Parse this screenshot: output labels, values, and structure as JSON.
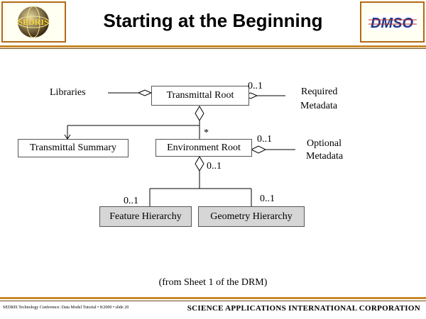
{
  "header": {
    "title": "Starting at the Beginning",
    "left_logo_text": "SEDRIS",
    "right_logo_text": "DMSO"
  },
  "diagram": {
    "boxes": {
      "transmittal_root": "Transmittal Root",
      "transmittal_summary": "Transmittal Summary",
      "environment_root": "Environment Root",
      "feature_hierarchy": "Feature Hierarchy",
      "geometry_hierarchy": "Geometry Hierarchy"
    },
    "labels": {
      "libraries": "Libraries",
      "required_metadata_1": "Required",
      "required_metadata_2": "Metadata",
      "optional_metadata_1": "Optional",
      "optional_metadata_2": "Metadata",
      "mult_required": "0..1",
      "mult_root_env": "*",
      "mult_optional": "0..1",
      "mult_env_children": "0..1",
      "mult_feature": "0..1",
      "mult_geometry": "0..1"
    }
  },
  "caption": "(from Sheet 1 of the DRM)",
  "footer": {
    "left": "SEDRIS Technology Conference: Data Model Tutorial • 8/2000 • slide 20",
    "right": "SCIENCE APPLICATIONS INTERNATIONAL CORPORATION"
  },
  "colors": {
    "accent": "#c8892a",
    "box_grey": "#d6d6d6"
  }
}
